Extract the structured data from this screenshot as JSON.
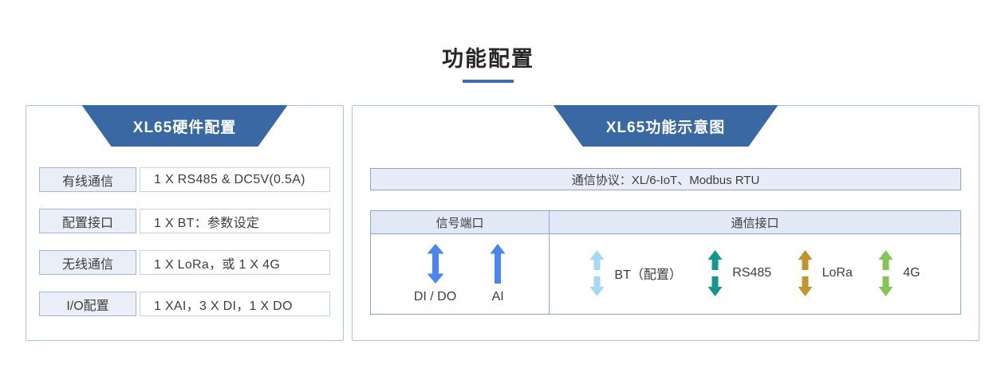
{
  "page": {
    "title": "功能配置"
  },
  "left_panel": {
    "header": "XL65硬件配置",
    "rows": [
      {
        "label": "有线通信",
        "value": "1 X RS485 & DC5V(0.5A)"
      },
      {
        "label": "配置接口",
        "value": "1 X BT：参数设定"
      },
      {
        "label": "无线通信",
        "value": "1 X LoRa，或 1 X 4G"
      },
      {
        "label": "I/O配置",
        "value": "1 XAI，3 X DI，1 X DO"
      }
    ]
  },
  "right_panel": {
    "header": "XL65功能示意图",
    "protocol_bar": "通信协议：XL/6-IoT、Modbus RTU",
    "table": {
      "signal_header": "信号端口",
      "comm_header": "通信接口",
      "signal_items": [
        {
          "label": "DI / DO",
          "arrow": "up-down-arrow",
          "color": "#4b86f0"
        },
        {
          "label": "AI",
          "arrow": "up-arrow",
          "color": "#4b86f0"
        }
      ],
      "comm_items": [
        {
          "label": "BT（配置）",
          "arrow": "split-up-down-arrow",
          "color": "#a4d8f3"
        },
        {
          "label": "RS485",
          "arrow": "split-up-down-arrow",
          "color": "#12988c"
        },
        {
          "label": "LoRa",
          "arrow": "split-up-down-arrow",
          "color": "#c3932c"
        },
        {
          "label": "4G",
          "arrow": "split-up-down-arrow",
          "color": "#85c556"
        }
      ]
    }
  },
  "colors": {
    "header_blue": "#3a68a2",
    "title_underline": "#3e6db3",
    "panel_border": "#aac3e6",
    "table_border": "#8aa6d9",
    "label_box_bg": "#e9eef7",
    "protocol_bar_bg": "#e7ecf8",
    "signal_arrow_blue": "#4b86f0",
    "bt_arrow": "#a4d8f3",
    "rs485_arrow": "#12988c",
    "lora_arrow": "#c3932c",
    "g4_arrow": "#85c556"
  }
}
